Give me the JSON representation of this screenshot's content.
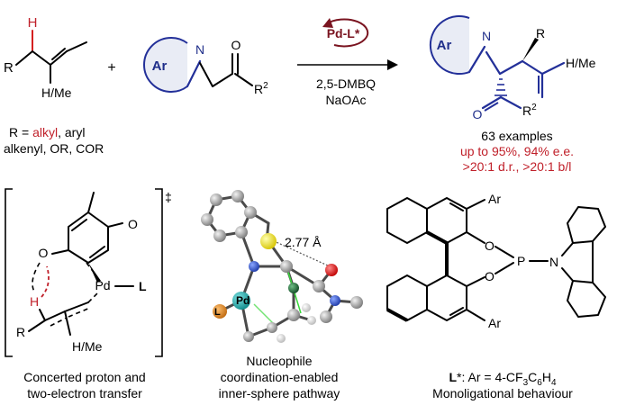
{
  "reaction": {
    "alkene": {
      "h_label": "H",
      "r_label": "R",
      "sub_label": "H/Me"
    },
    "plus": "+",
    "imine": {
      "ar_label": "Ar",
      "n_label": "N",
      "o_label": "O",
      "r2_label": "R",
      "r2_sup": "2"
    },
    "catalyst": {
      "label": "Pd-L*"
    },
    "conditions": {
      "line1": "2,5-DMBQ",
      "line2": "NaOAc"
    },
    "product": {
      "ar_label": "Ar",
      "n_label": "N",
      "r_label": "R",
      "h_me_label": "H/Me",
      "o_label": "O",
      "r2_label": "R",
      "r2_sup": "2"
    },
    "r_def": {
      "prefix": "R = ",
      "alkyl": "alkyl",
      "rest1": ", aryl",
      "line2": "alkenyl, OR, COR"
    },
    "results": {
      "line1": "63 examples",
      "line2": "up to 95%, 94% e.e.",
      "line3": ">20:1 d.r., >20:1 b/l"
    }
  },
  "ts_panel": {
    "dagger": "‡",
    "o1": "O",
    "o2": "O",
    "h": "H",
    "pd": "Pd",
    "l": "L",
    "r": "R",
    "h_me": "H/Me",
    "caption_line1": "Concerted proton and",
    "caption_line2": "two-electron transfer"
  },
  "model_panel": {
    "distance": "2.77 Å",
    "pd": "Pd",
    "l": "L",
    "caption_line1": "Nucleophile",
    "caption_line2": "coordination-enabled",
    "caption_line3": "inner-sphere pathway"
  },
  "ligand_panel": {
    "ar_top": "Ar",
    "ar_bottom": "Ar",
    "o_top": "O",
    "o_bottom": "O",
    "p": "P",
    "n": "N",
    "caption_l": "L",
    "caption_star": "*: Ar = 4-CF",
    "caption_sub1": "3",
    "caption_mid": "C",
    "caption_sub2": "6",
    "caption_mid2": "H",
    "caption_sub3": "4",
    "caption_line2": "Monoligational behaviour"
  },
  "colors": {
    "accent_red": "#c0202a",
    "product_blue": "#1f2e8a",
    "catalyst_red": "#7a1420",
    "ring_fill": "#e9ecf5",
    "pd_teal": "#1aa8a8",
    "l_orange": "#e08a1e",
    "s_yellow": "#ffee22",
    "o_red": "#e01818",
    "n_blue": "#2e50c8",
    "c_green": "#1f6b3a"
  }
}
